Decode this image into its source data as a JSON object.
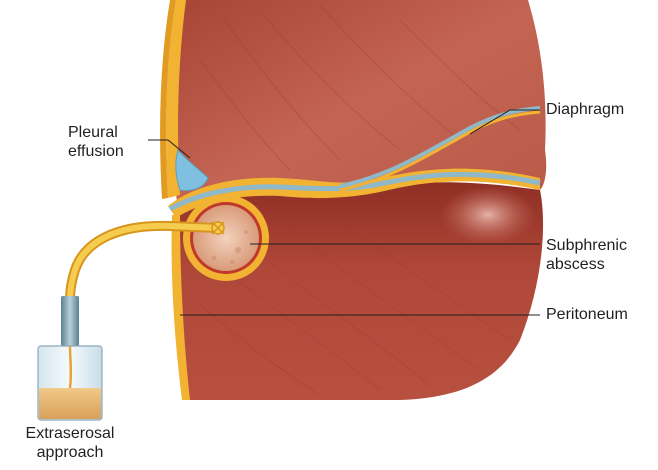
{
  "labels": {
    "pleural_effusion": [
      "Pleural",
      "effusion"
    ],
    "diaphragm": "Diaphragm",
    "subphrenic_abscess": [
      "Subphrenic",
      "abscess"
    ],
    "peritoneum": "Peritoneum",
    "approach": [
      "Extraserosal",
      "approach"
    ]
  },
  "colors": {
    "muscle": "#b04a3a",
    "muscle_dark": "#8e2f25",
    "fat_yellow": "#f2b232",
    "serosa_blue": "#8fb8c9",
    "effusion_blue": "#7fc0e0",
    "abscess_fill": "#e6b79a",
    "tube_yellow": "#f5c23a",
    "fluid": "#e8b26a",
    "label_text": "#231f20"
  }
}
